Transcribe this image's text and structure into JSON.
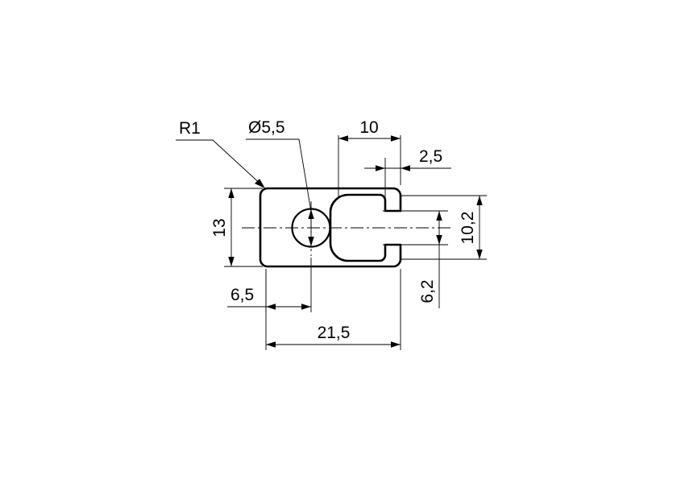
{
  "drawing": {
    "title": "Profile cross-section technical drawing",
    "background_color": "#ffffff",
    "line_color": "#000000",
    "dimensions": {
      "radius_r1": "R1",
      "hole_diameter": "Ø5,5",
      "slot_depth_10": "10",
      "notch_width_2_5": "2,5",
      "height_13": "13",
      "slot_opening_10_2": "10,2",
      "slot_inner_6_2": "6,2",
      "hole_offset_6_5": "6,5",
      "total_width_21_5": "21,5"
    }
  }
}
